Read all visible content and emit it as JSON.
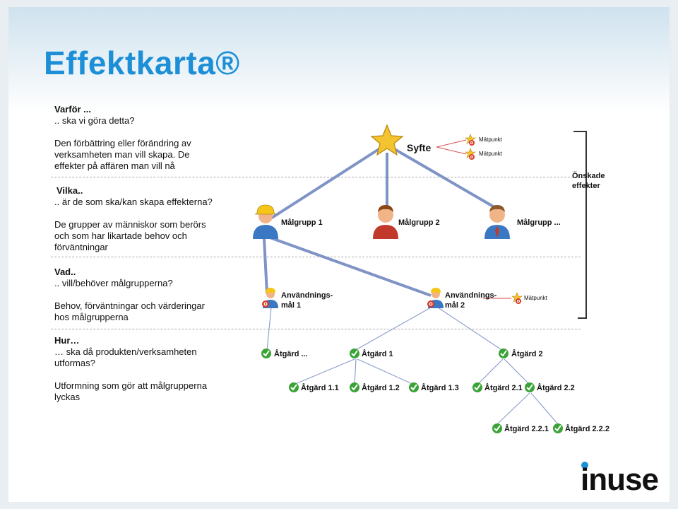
{
  "slide": {
    "title": "Effektkarta®",
    "left": {
      "q1": {
        "heading": "Varför ...",
        "sub": ".. ska vi göra detta?",
        "desc": [
          "Den förbättring eller förändring av",
          "verksamheten man vill skapa. De",
          "effekter på affären man vill nå"
        ]
      },
      "q2": {
        "heading": "Vilka..",
        "sub": ".. är de som ska/kan skapa effekterna?",
        "desc": [
          "De grupper av människor som berörs",
          "och som har likartade behov och",
          "förväntningar"
        ]
      },
      "q3": {
        "heading": "Vad..",
        "sub": ".. vill/behöver målgrupperna?",
        "desc": [
          "Behov, förväntningar och värderingar",
          "hos målgrupperna"
        ]
      },
      "q4": {
        "heading": "Hur…",
        "sub": [
          "… ska då produkten/verksamheten",
          "utformas?"
        ],
        "desc": [
          "Utformning som gör att målgrupperna",
          "lyckas"
        ]
      }
    },
    "map": {
      "syfte": "Syfte",
      "matpunkt": "Mätpunkt",
      "onskade": [
        "Önskade",
        "effekter"
      ],
      "malgrupper": [
        "Målgrupp 1",
        "Målgrupp 2",
        "Målgrupp ..."
      ],
      "anvandningsmal": [
        [
          "Användnings-",
          "mål 1"
        ],
        [
          "Användnings-",
          "mål 2"
        ]
      ],
      "atgarder_l1": [
        "Åtgärd ...",
        "Åtgärd 1",
        "Åtgärd 2"
      ],
      "atgarder_l2": [
        "Åtgärd 1.1",
        "Åtgärd 1.2",
        "Åtgärd 1.3",
        "Åtgärd 2.1",
        "Åtgärd 2.2"
      ],
      "atgarder_l3": [
        "Åtgärd 2.2.1",
        "Åtgärd 2.2.2"
      ]
    },
    "logo": "inuse",
    "colors": {
      "title": "#1c8fd7",
      "connector": "#7f93c6",
      "check": "#3aa336",
      "logo": "#111111",
      "logo_dot": "#1c8fd7"
    }
  }
}
